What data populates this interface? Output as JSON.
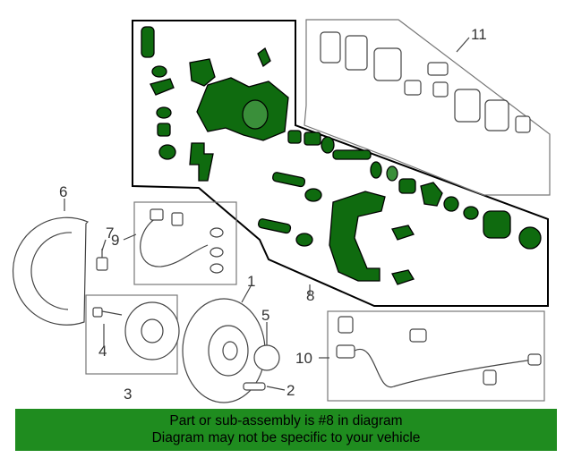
{
  "callouts": {
    "c1": "1",
    "c2": "2",
    "c3": "3",
    "c4": "4",
    "c5": "5",
    "c6": "6",
    "c7": "7",
    "c8": "8",
    "c9": "9",
    "c10": "10",
    "c11": "11"
  },
  "banner": {
    "line1": "Part or sub-assembly is #8 in diagram",
    "line2": "Diagram may not be specific to your vehicle",
    "background": "#1f8c1f",
    "highlight_color": "#0f6b0f"
  }
}
